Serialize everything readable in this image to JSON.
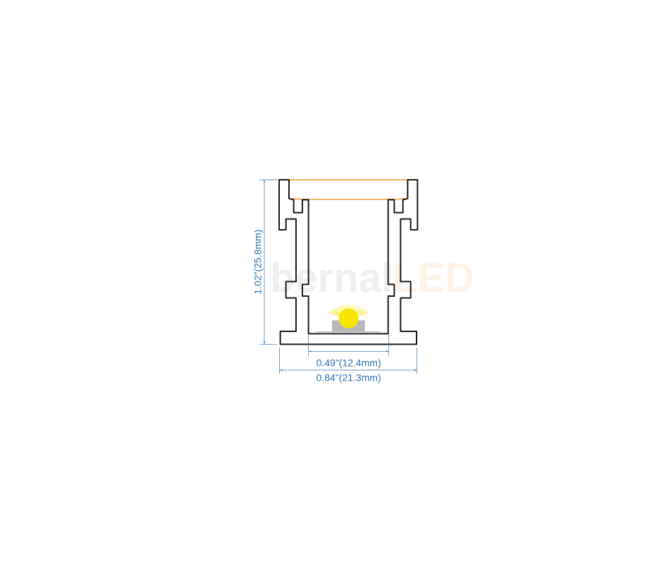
{
  "watermark": {
    "part1": "bernal",
    "part2": "LED"
  },
  "dimensions": {
    "height": "1.02\"(25.8mm)",
    "inner_width": "0.49\"(12.4mm)",
    "outer_width": "0.84\"(21.3mm)"
  },
  "colors": {
    "dimension": "#2f6fae",
    "diffuser": "#f0a040",
    "profile": "#1a1a1a",
    "led": "#f7e600"
  }
}
